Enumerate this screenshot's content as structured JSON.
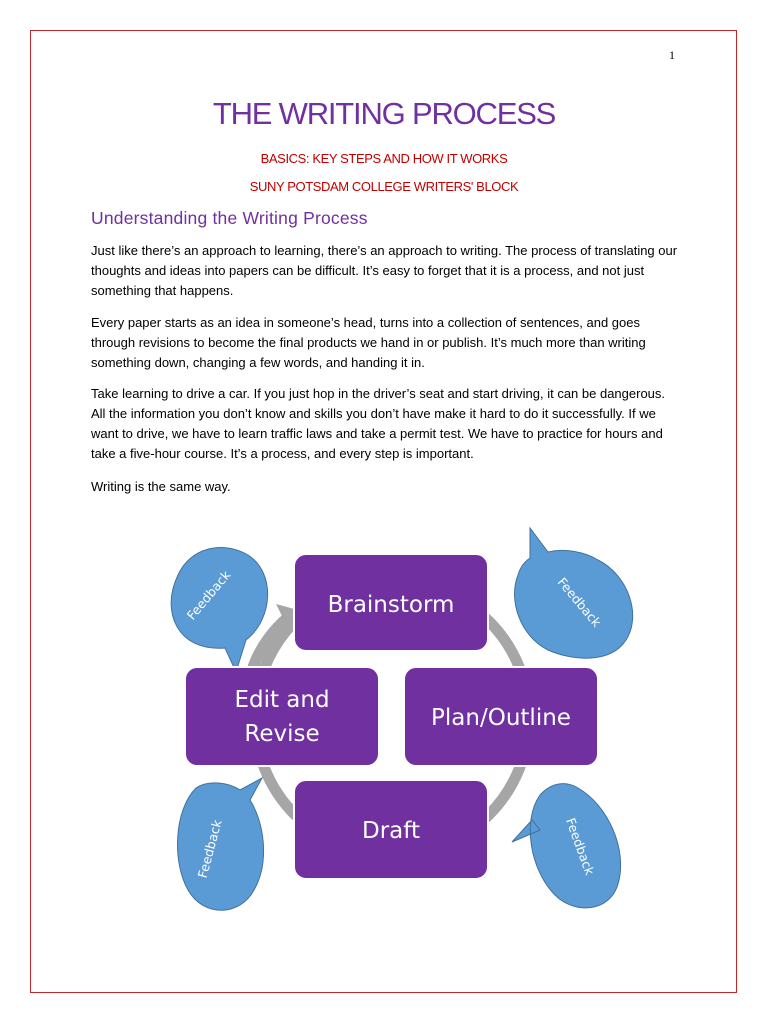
{
  "page_number": "1",
  "title": "THE WRITING PROCESS",
  "subtitle_1": "BASICS: KEY STEPS AND HOW IT WORKS",
  "subtitle_2": "SUNY POTSDAM COLLEGE WRITERS' BLOCK",
  "heading": "Understanding the Writing Process",
  "paragraphs": [
    "Just like there’s an approach to learning, there’s an approach to writing. The process of translating our thoughts and ideas into papers can be difficult. It’s easy to forget that it is a process, and not just something that happens.",
    "Every paper starts as an idea in someone’s head, turns into a collection of sentences, and goes through revisions to become the final products we hand in or publish. It’s much more than writing something down, changing a few words, and handing it in.",
    "Take learning to drive a car. If you just hop in the driver’s seat and start driving, it can be dangerous. All the information you don’t know and skills you don’t have make it hard to do it successfully. If we want to drive, we have to learn traffic laws and take a permit test. We have to practice for hours and take a five-hour course. It’s a process, and every step is important.",
    "Writing is the same way."
  ],
  "diagram": {
    "steps": {
      "brainstorm": "Brainstorm",
      "plan": "Plan/Outline",
      "draft": "Draft",
      "edit_line1": "Edit and",
      "edit_line2": "Revise"
    },
    "feedback_label": "Feedback",
    "colors": {
      "box": "#7030a0",
      "bubble": "#5b9bd5",
      "arrow": "#a6a6a6"
    }
  }
}
